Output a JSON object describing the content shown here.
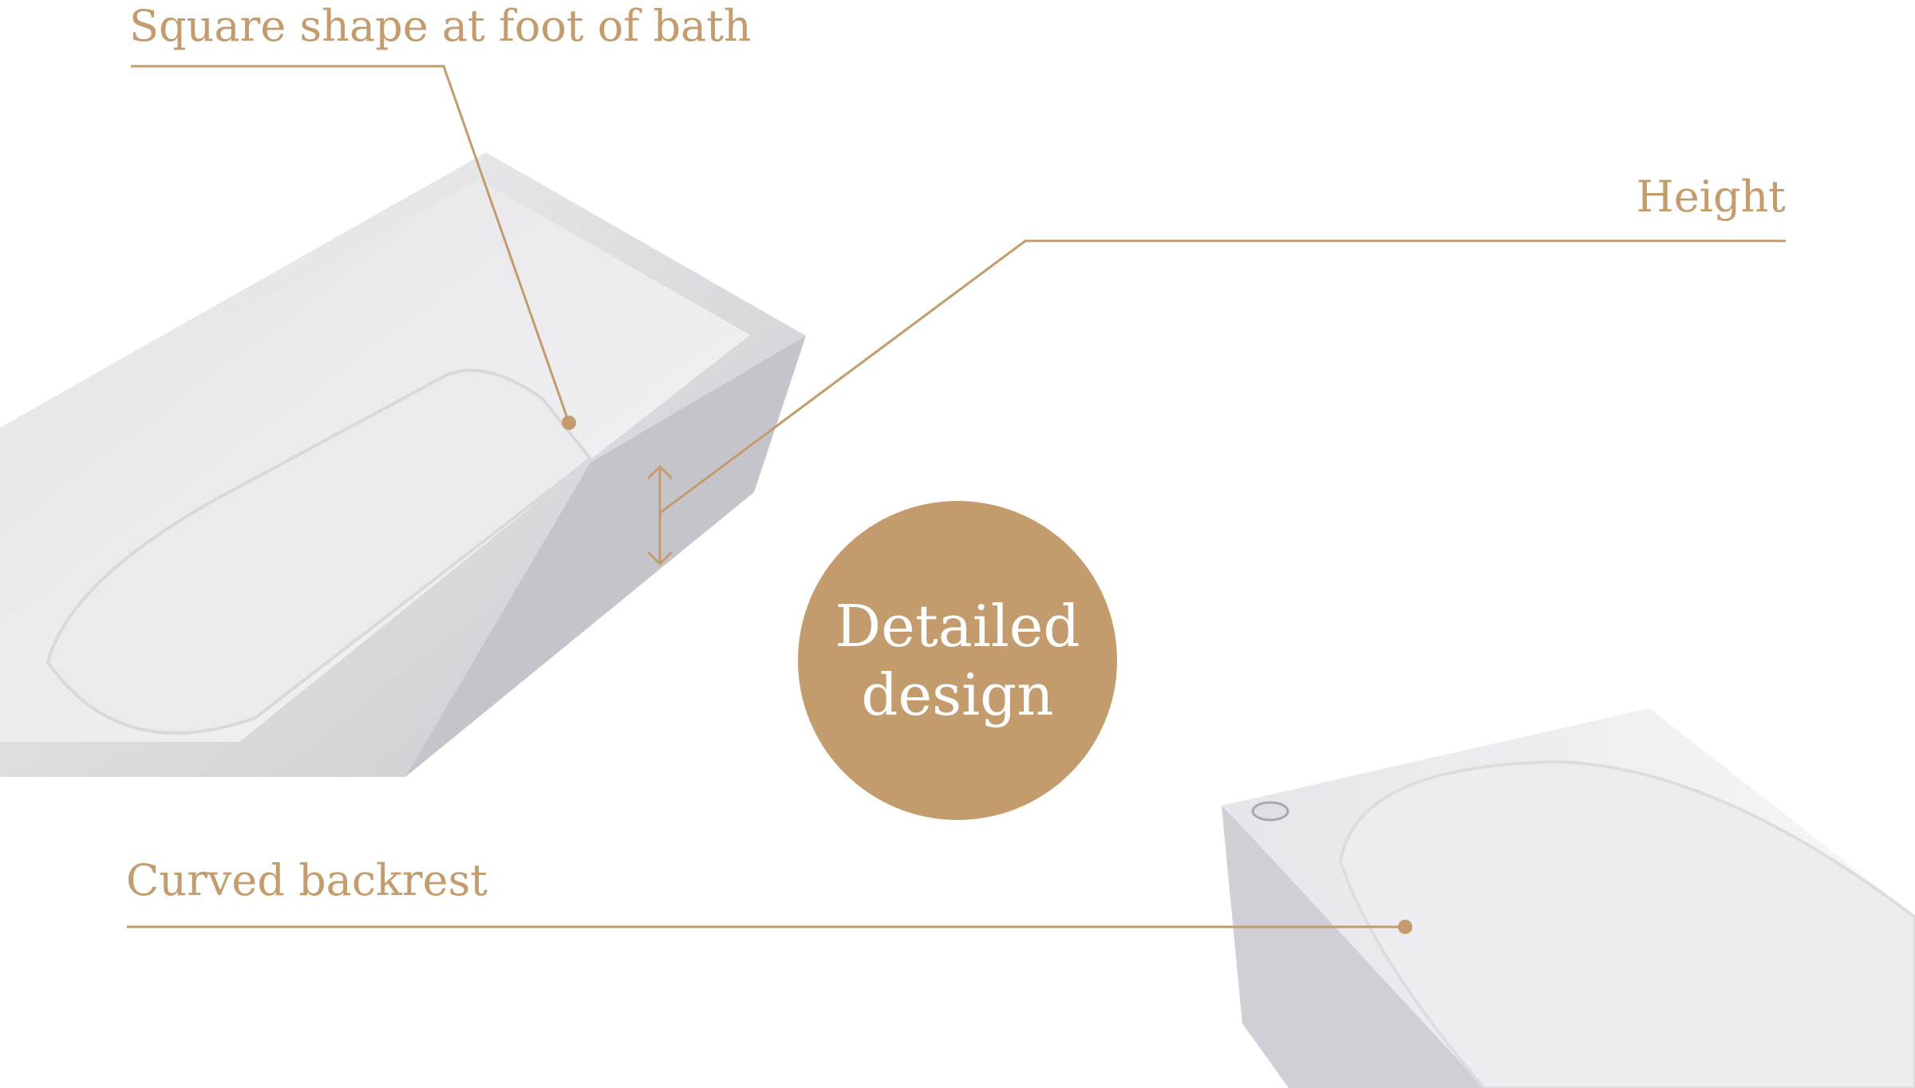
{
  "annotations": {
    "foot": "Square shape at foot of bath",
    "height": "Height",
    "backrest": "Curved backrest"
  },
  "badge": {
    "line1": "Detailed",
    "line2": "design"
  },
  "colors": {
    "accent": "#c49b6c",
    "background": "#ffffff"
  }
}
